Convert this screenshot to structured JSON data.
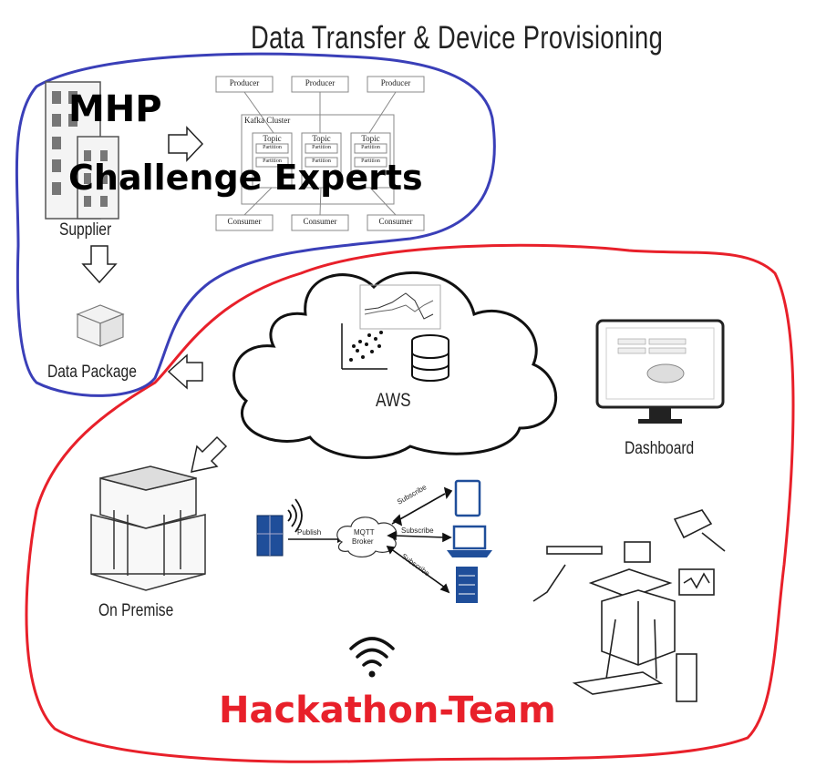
{
  "title": "Data Transfer & Device Provisioning",
  "groups": {
    "mhp_line1": "MHP",
    "mhp_line2": "Challenge Experts",
    "hackathon": "Hackathon-Team"
  },
  "labels": {
    "supplier": "Supplier",
    "data_package": "Data Package",
    "aws": "AWS",
    "dashboard": "Dashboard",
    "on_premise": "On Premise"
  },
  "kafka": {
    "cluster": "Kafka Cluster",
    "producer": "Producer",
    "consumer": "Consumer",
    "topic": "Topic",
    "partition": "Partition"
  },
  "mqtt": {
    "broker_line1": "MQTT",
    "broker_line2": "Broker",
    "publish": "Publish",
    "subscribe": "Subscribe"
  },
  "colors": {
    "mhp_outline": "#3a3fb8",
    "hackathon_outline": "#e8202a",
    "hackathon_text": "#e8202a",
    "device_blue": "#1f4e9a"
  }
}
